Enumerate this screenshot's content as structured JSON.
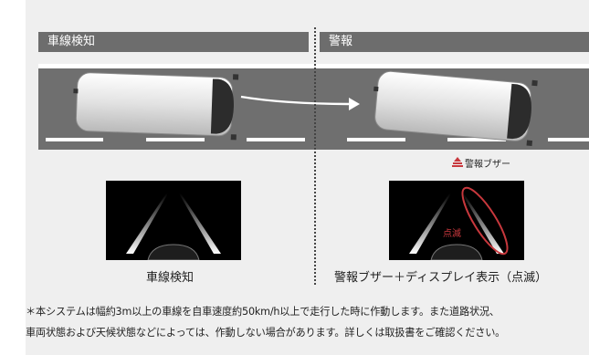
{
  "headers": {
    "lane_detection": "車線検知",
    "alarm": "警報"
  },
  "buzzer_label": "警報ブザー",
  "blink_label": "点滅",
  "captions": {
    "left": "車線検知",
    "right": "警報ブザー＋ディスプレイ表示（点滅）"
  },
  "footnote": {
    "line1": "＊本システムは幅約3m以上の車線を自車速度約50km/h以上で走行した時に作動します。また道路状況、",
    "line2": "車両状態および天候状態などによっては、作動しない場合があります。詳しくは取扱書をご確認ください。"
  },
  "colors": {
    "header_bg": "#6d6d6d",
    "road": "#6f6f6f",
    "panel_bg": "#efefef",
    "accent_red": "#c8383d"
  },
  "icons": [
    "car-top-view",
    "arrow-right-icon",
    "buzzer-icon"
  ]
}
